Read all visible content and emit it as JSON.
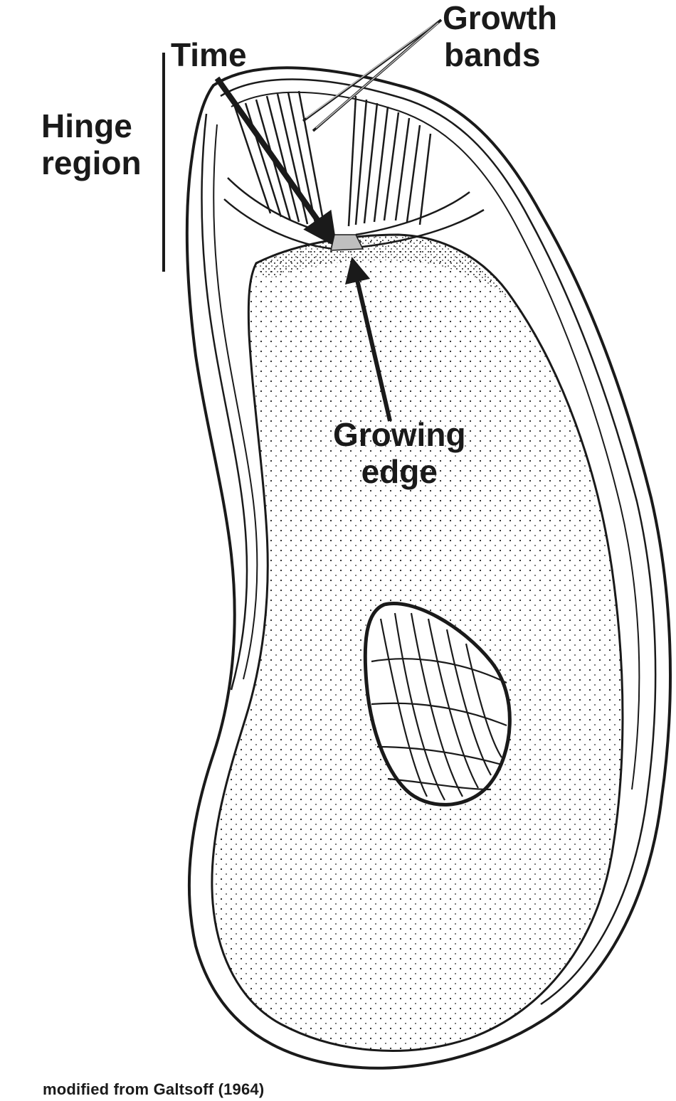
{
  "labels": {
    "hinge_region": [
      "Hinge",
      "region"
    ],
    "time": "Time",
    "growth_bands": [
      "Growth",
      "bands"
    ],
    "growing_edge": [
      "Growing",
      "edge"
    ],
    "credit": "modified from Galtsoff (1964)"
  },
  "colors": {
    "ink": "#1a1a1a",
    "shell_fill": "#ffffff",
    "arrow_band": "#bfbfbf"
  }
}
